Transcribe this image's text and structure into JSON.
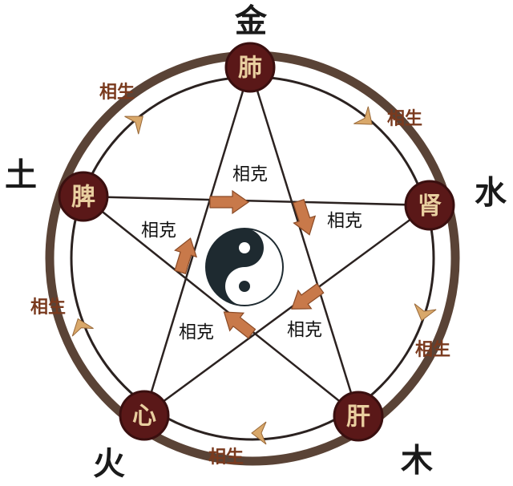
{
  "colors": {
    "outer_ring": "#5a4336",
    "inner_ring": "#2b2220",
    "organ_fill": "#5a1818",
    "organ_border": "#3a0f0f",
    "organ_text": "#e9cfa0",
    "ke_arrow": "#c8794a",
    "sheng_arrow": "#d9a86a",
    "sheng_label": "#7a3a1e"
  },
  "elements": {
    "metal": "金",
    "water": "水",
    "wood": "木",
    "fire": "火",
    "earth": "土"
  },
  "organs": {
    "lung": "肺",
    "kidney": "肾",
    "liver": "肝",
    "heart": "心",
    "spleen": "脾"
  },
  "labels": {
    "ke_top": "相克",
    "ke_right": "相克",
    "ke_bottom_right": "相克",
    "ke_bottom_left": "相克",
    "ke_left": "相克",
    "sheng_top_left": "相生",
    "sheng_top_right": "相生",
    "sheng_right": "相生",
    "sheng_bottom": "相生",
    "sheng_left": "相生"
  },
  "center_symbol": "yin-yang"
}
